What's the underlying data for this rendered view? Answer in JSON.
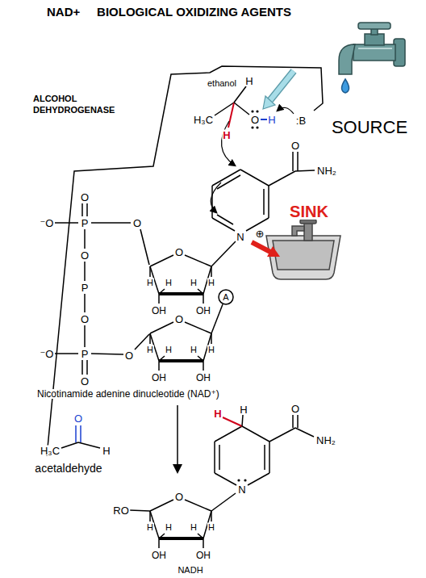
{
  "diagram": {
    "title": "NAD+     BIOLOGICAL OXIDIZING AGENTS",
    "labels": [
      "ALCOHOL DEHYDROGENASE",
      "ethanol",
      "H",
      "H₃C",
      "H",
      "O",
      "H",
      ":B",
      "SOURCE",
      "O",
      "NH₂",
      "N",
      "⊕",
      "SINK",
      "⁻O",
      "P",
      "O",
      "O",
      "O",
      "P",
      "O",
      "⁻O",
      "P",
      "O",
      "O",
      "O",
      "H",
      "H",
      "H",
      "H",
      "OH",
      "OH",
      "O",
      "H",
      "H",
      "H",
      "H",
      "OH",
      "OH",
      "A",
      "Nicotinamide adenine dinucleotide (NAD⁺)",
      "O",
      "H₃C",
      "H",
      "acetaldehyde",
      "H",
      "H",
      "O",
      "NH₂",
      "N",
      "RO",
      "O",
      "H",
      "H",
      "H",
      "H",
      "OH",
      "OH",
      "NADH"
    ]
  }
}
